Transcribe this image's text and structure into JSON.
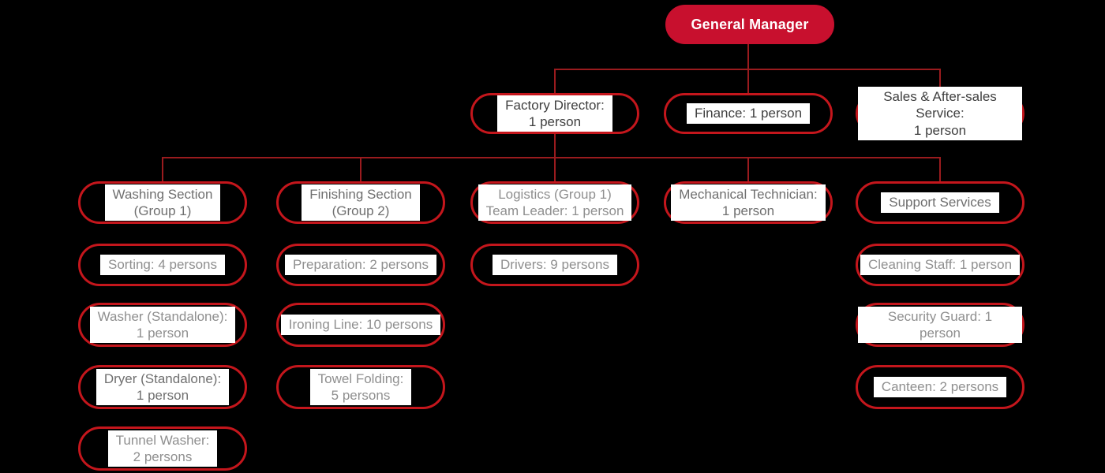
{
  "palette": {
    "background": "#000000",
    "node_fill_red": "#c8102e",
    "node_border_red": "#c4161c",
    "connector_red": "#9a1b1e",
    "highlight_white": "#ffffff",
    "text_dark": "#3f3f3f",
    "text_mid": "#6f6f6f",
    "text_light": "#8f8f8f",
    "root_text": "#ffffff"
  },
  "diagram": {
    "type": "org-chart",
    "hierarchy": {
      "General Manager": [
        "Factory Director",
        "Finance",
        "Sales & After-sales Service"
      ],
      "Factory Director": [
        "Washing Section (Group 1)",
        "Finishing Section (Group 2)",
        "Logistics (Group 1)",
        "Mechanical Technician",
        "Support Services"
      ],
      "Washing Section (Group 1)": [
        "Sorting",
        "Washer (Standalone)",
        "Dryer (Standalone)",
        "Tunnel Washer"
      ],
      "Finishing Section (Group 2)": [
        "Preparation",
        "Ironing Line",
        "Towel Folding"
      ],
      "Logistics (Group 1)": [
        "Drivers"
      ],
      "Support Services": [
        "Cleaning Staff",
        "Security Guard",
        "Canteen"
      ]
    }
  },
  "nodes": {
    "general_manager": {
      "label": "General Manager"
    },
    "factory_director": {
      "label": "Factory Director:\n1 person"
    },
    "finance": {
      "label": "Finance: 1 person"
    },
    "sales_service": {
      "label": "Sales & After-sales Service:\n1 person"
    },
    "washing_section": {
      "label": "Washing Section\n(Group 1)"
    },
    "finishing_section": {
      "label": "Finishing Section\n(Group 2)"
    },
    "logistics": {
      "label": "Logistics (Group 1)\nTeam Leader: 1 person"
    },
    "mechanical_technician": {
      "label": "Mechanical Technician:\n1 person"
    },
    "support_services": {
      "label": "Support Services"
    },
    "sorting": {
      "label": "Sorting: 4 persons"
    },
    "washer_standalone": {
      "label": "Washer (Standalone):\n1 person"
    },
    "dryer_standalone": {
      "label": "Dryer (Standalone):\n1 person"
    },
    "tunnel_washer": {
      "label": "Tunnel Washer:\n2 persons"
    },
    "preparation": {
      "label": "Preparation: 2 persons"
    },
    "ironing_line": {
      "label": "Ironing Line: 10 persons"
    },
    "towel_folding": {
      "label": "Towel Folding:\n5 persons"
    },
    "drivers": {
      "label": "Drivers: 9 persons"
    },
    "cleaning_staff": {
      "label": "Cleaning Staff: 1 person"
    },
    "security_guard": {
      "label": "Security Guard: 1 person"
    },
    "canteen": {
      "label": "Canteen: 2 persons"
    }
  }
}
